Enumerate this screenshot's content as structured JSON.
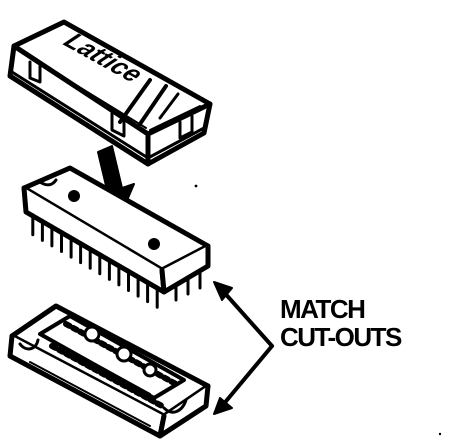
{
  "callout": {
    "line1": "MATCH",
    "line2": "CUT-OUTS"
  },
  "cover": {
    "brand": "Lattice"
  },
  "colors": {
    "ink": "#000000",
    "paper": "#ffffff"
  }
}
